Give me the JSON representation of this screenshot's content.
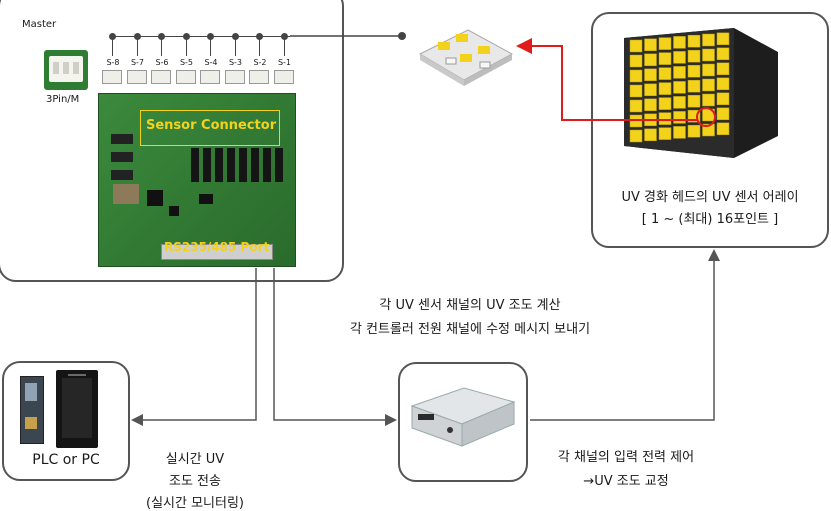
{
  "master": {
    "label": "Master",
    "connector_label": "3Pin/M",
    "channels": [
      "S-8",
      "S-7",
      "S-6",
      "S-5",
      "S-4",
      "S-3",
      "S-2",
      "S-1"
    ],
    "board_sensor_label": "Sensor Connector",
    "board_port_label": "RS235/485 Port"
  },
  "uv_head": {
    "title": "UV 경화 헤드의 UV 센서 어레이",
    "subtitle": "[ 1 ~ (최대) 16포인트 ]"
  },
  "pc": {
    "label": "PLC or PC"
  },
  "annotations": {
    "calc_line1": "각 UV 센서 채널의 UV 조도 계산",
    "calc_line2": "각 컨트롤러 전원 채널에 수정 메시지 보내기",
    "rt_line1": "실시간 UV",
    "rt_line2": "조도 전송",
    "rt_line3": "(실시간 모니터링)",
    "ctrl_line1": "각 채널의 입력 전력 제어",
    "ctrl_line2": "→UV 조도 교정"
  },
  "colors": {
    "highlight_red": "#e01b1b",
    "board_green": "#2f7d32",
    "sensor_yellow": "#f2d21b"
  }
}
